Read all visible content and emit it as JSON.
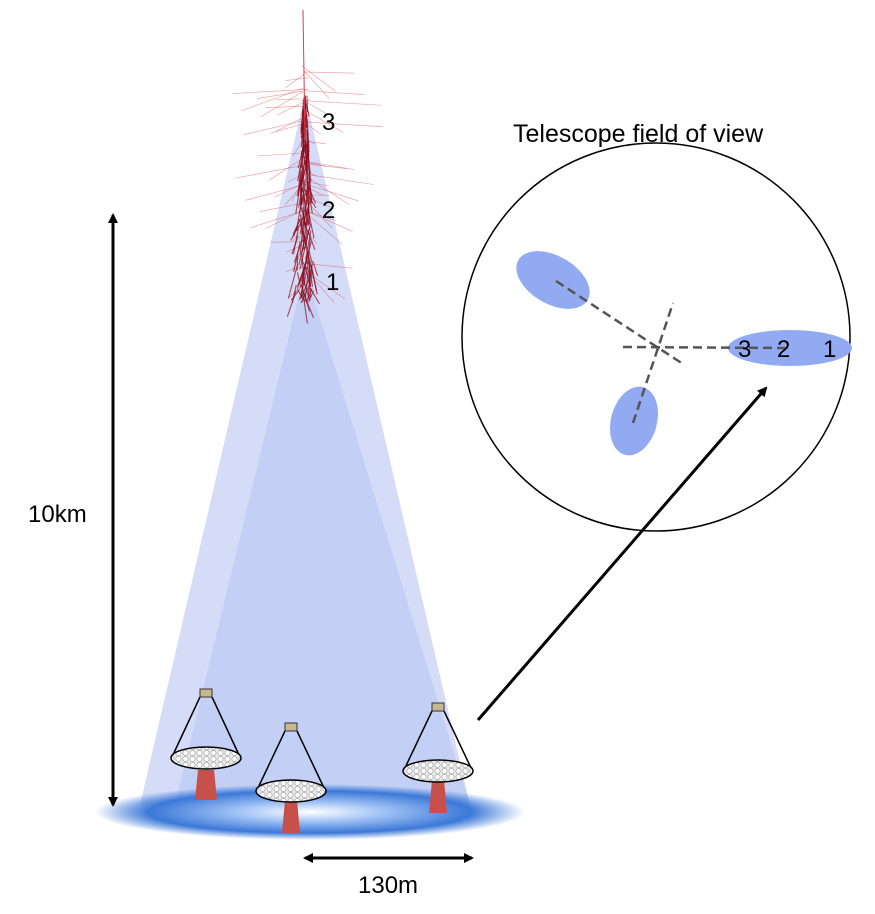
{
  "shower": {
    "point_labels": [
      "3",
      "2",
      "1"
    ]
  },
  "height_label": "10km",
  "spacing_label": "130m",
  "fov": {
    "title": "Telescope field of view",
    "image_point_labels": [
      "3",
      "2",
      "1"
    ]
  },
  "colors": {
    "light_cone": "#c9d3f5",
    "light_cone_inner": "#b8c5f0",
    "shower_core": "#8b0a1a",
    "shower_tracks": "#d64050",
    "ground_pool": "#3b78d8",
    "ellipse": "#8fa8f0",
    "telescope_support": "#c8504a",
    "dashed_axis": "#555555"
  }
}
